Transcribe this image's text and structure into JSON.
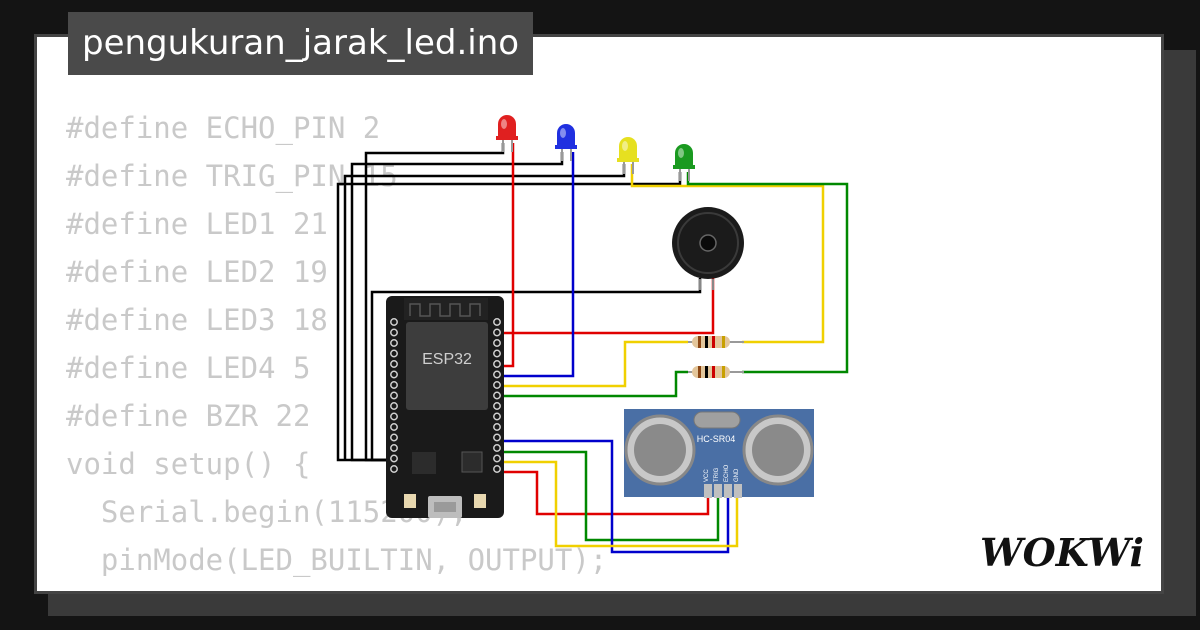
{
  "title": "pengukuran_jarak_led.ino",
  "code_lines": [
    "#define ECHO_PIN 2",
    "#define TRIG_PIN 15",
    "#define LED1 21",
    "#define LED2 19",
    "#define LED3 18",
    "#define LED4 5",
    "#define BZR 22",
    "",
    "void setup() {",
    "  Serial.begin(115200);",
    "  pinMode(LED_BUILTIN, OUTPUT);"
  ],
  "board": {
    "label": "ESP32"
  },
  "sensor": {
    "label": "HC-SR04",
    "pins": [
      "VCC",
      "TRIG",
      "ECHO",
      "GND"
    ]
  },
  "leds": [
    {
      "color": "#e02020",
      "name": "led-red"
    },
    {
      "color": "#2030e0",
      "name": "led-blue"
    },
    {
      "color": "#e6e020",
      "name": "led-yellow"
    },
    {
      "color": "#1a9a20",
      "name": "led-green"
    }
  ],
  "wire_colors": {
    "red": "#e00000",
    "blue": "#0000cc",
    "yellow": "#f0d000",
    "green": "#008800",
    "black": "#000000"
  },
  "logo": "WOKWi"
}
